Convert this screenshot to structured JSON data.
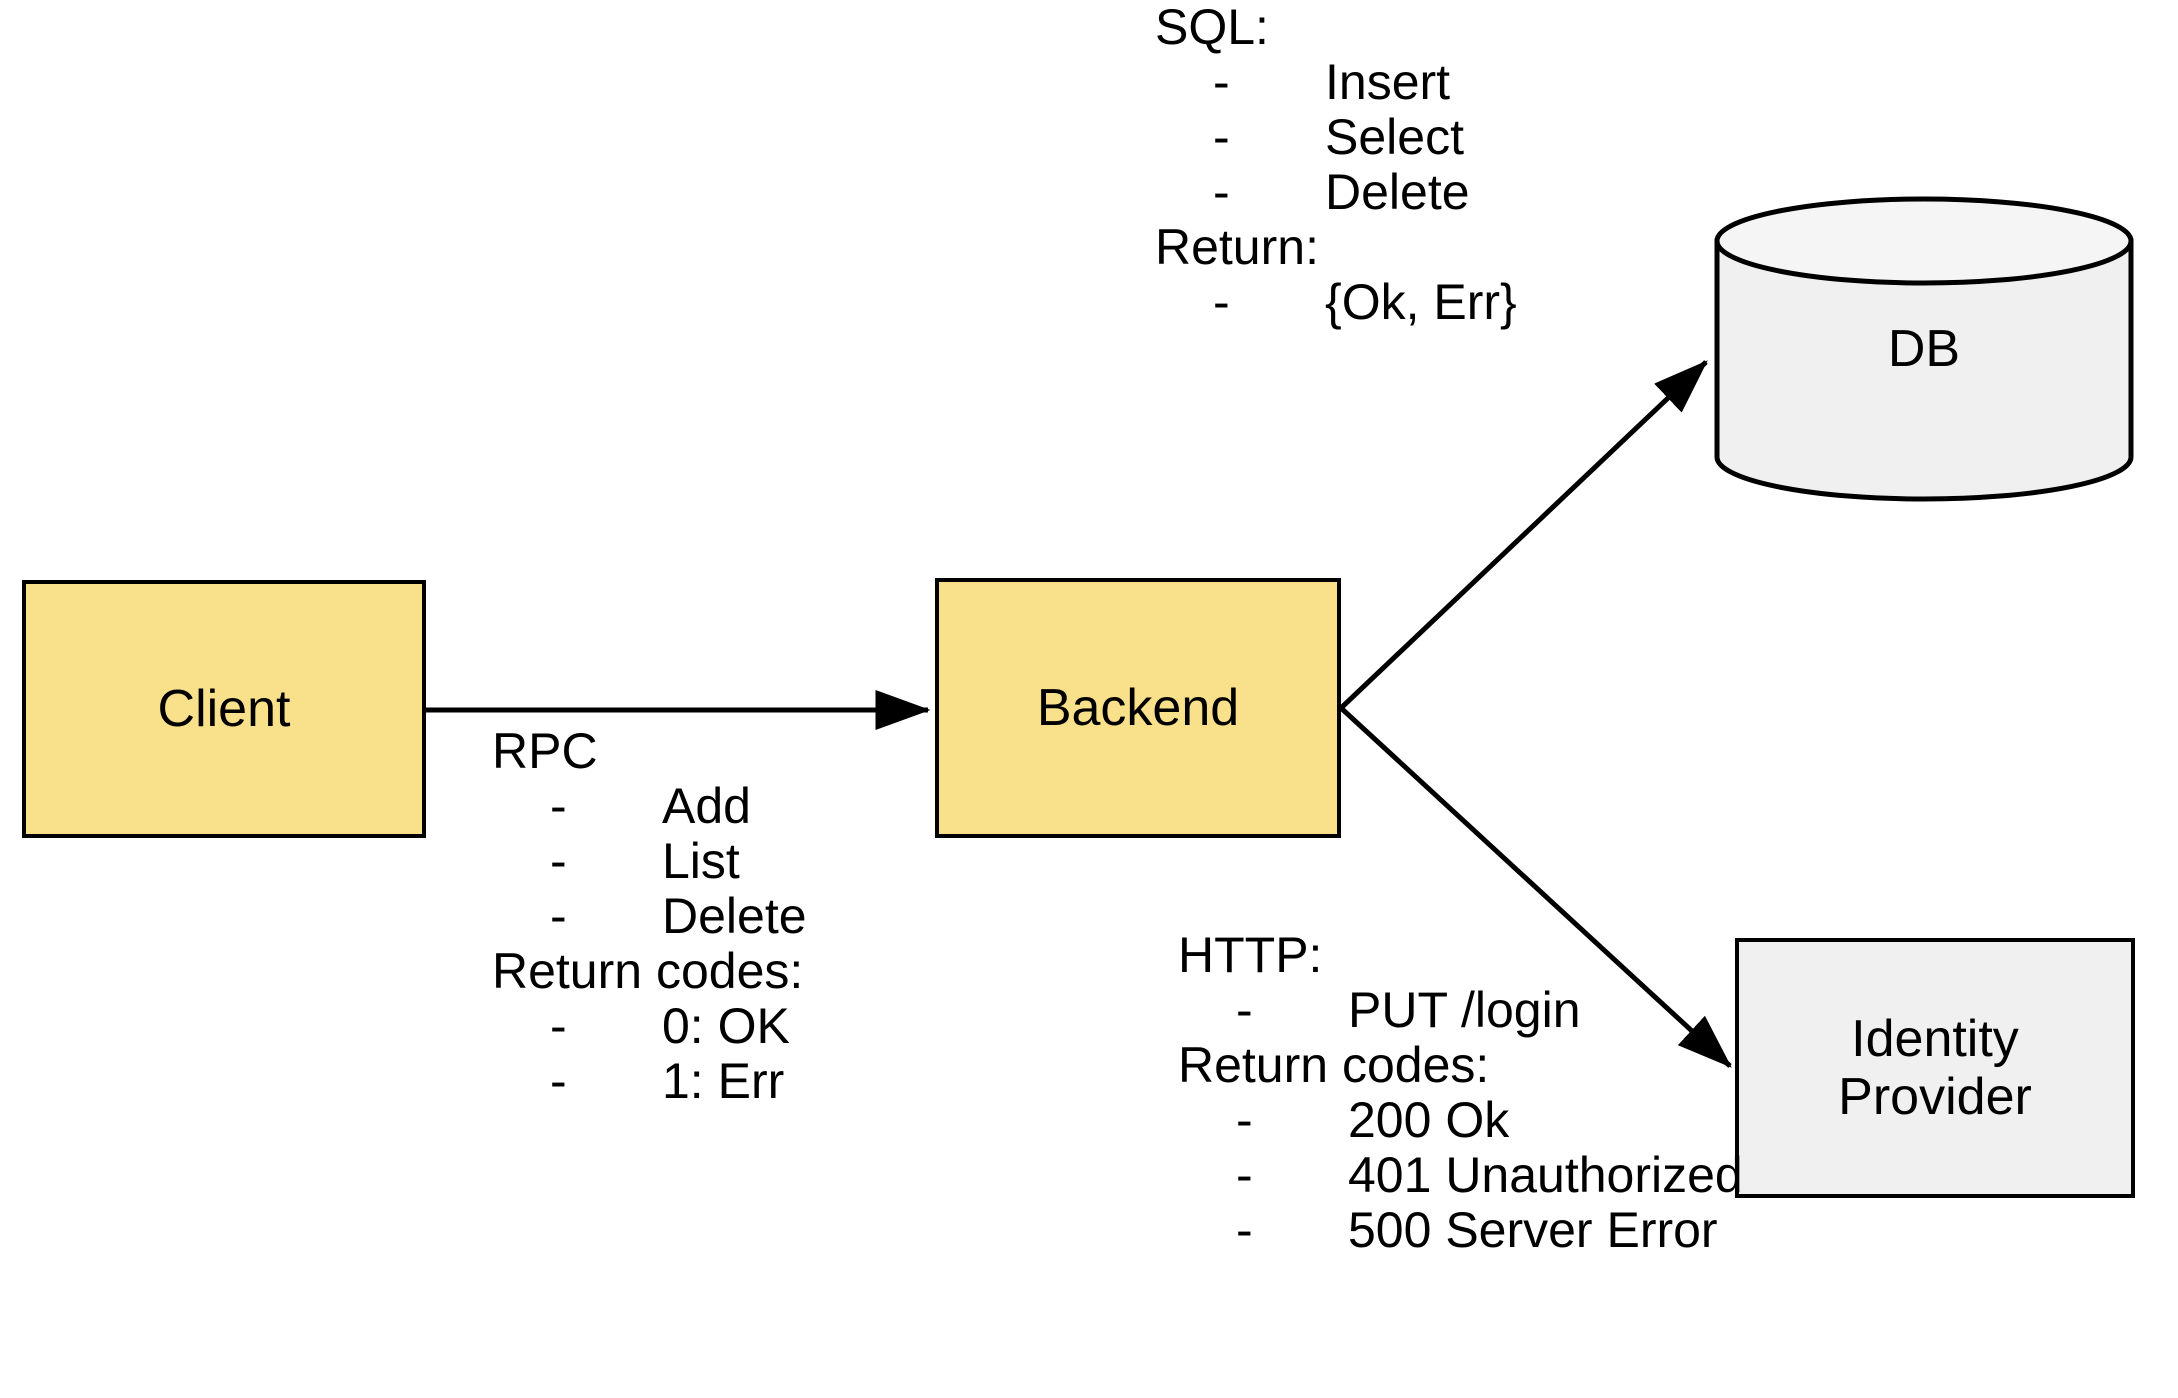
{
  "diagram": {
    "title": "Client / Backend / DB / Identity Provider architecture",
    "colors": {
      "service_fill": "#f9e08b",
      "store_fill": "#f0f0f0",
      "stroke": "#000000",
      "background": "#ffffff"
    }
  },
  "nodes": {
    "client": {
      "label": "Client",
      "shape": "rectangle",
      "fill": "#f9e08b"
    },
    "backend": {
      "label": "Backend",
      "shape": "rectangle",
      "fill": "#f9e08b"
    },
    "db": {
      "label": "DB",
      "shape": "cylinder",
      "fill": "#f0f0f0"
    },
    "identity_provider": {
      "label": "Identity\nProvider",
      "shape": "rectangle",
      "fill": "#f0f0f0"
    }
  },
  "edges": [
    {
      "id": "client-to-backend",
      "from": "client",
      "to": "backend",
      "protocol": "RPC",
      "direction": "right"
    },
    {
      "id": "backend-to-db",
      "from": "backend",
      "to": "db",
      "protocol": "SQL",
      "direction": "up-right"
    },
    {
      "id": "backend-to-idp",
      "from": "backend",
      "to": "identity_provider",
      "protocol": "HTTP",
      "direction": "down-right"
    }
  ],
  "annotations": {
    "sql": {
      "header": "SQL:",
      "operations": [
        "Insert",
        "Select",
        "Delete"
      ],
      "return_header": "Return:",
      "returns": [
        "{Ok, Err}"
      ],
      "dash": "-"
    },
    "rpc": {
      "header": "RPC",
      "operations": [
        "Add",
        "List",
        "Delete"
      ],
      "return_header": "Return codes:",
      "returns": [
        "0: OK",
        "1: Err"
      ],
      "dash": "-"
    },
    "http": {
      "header": "HTTP:",
      "operations": [
        "PUT /login"
      ],
      "return_header": "Return codes:",
      "returns": [
        "200 Ok",
        "401 Unauthorized",
        "500 Server Error"
      ],
      "dash": "-"
    }
  }
}
